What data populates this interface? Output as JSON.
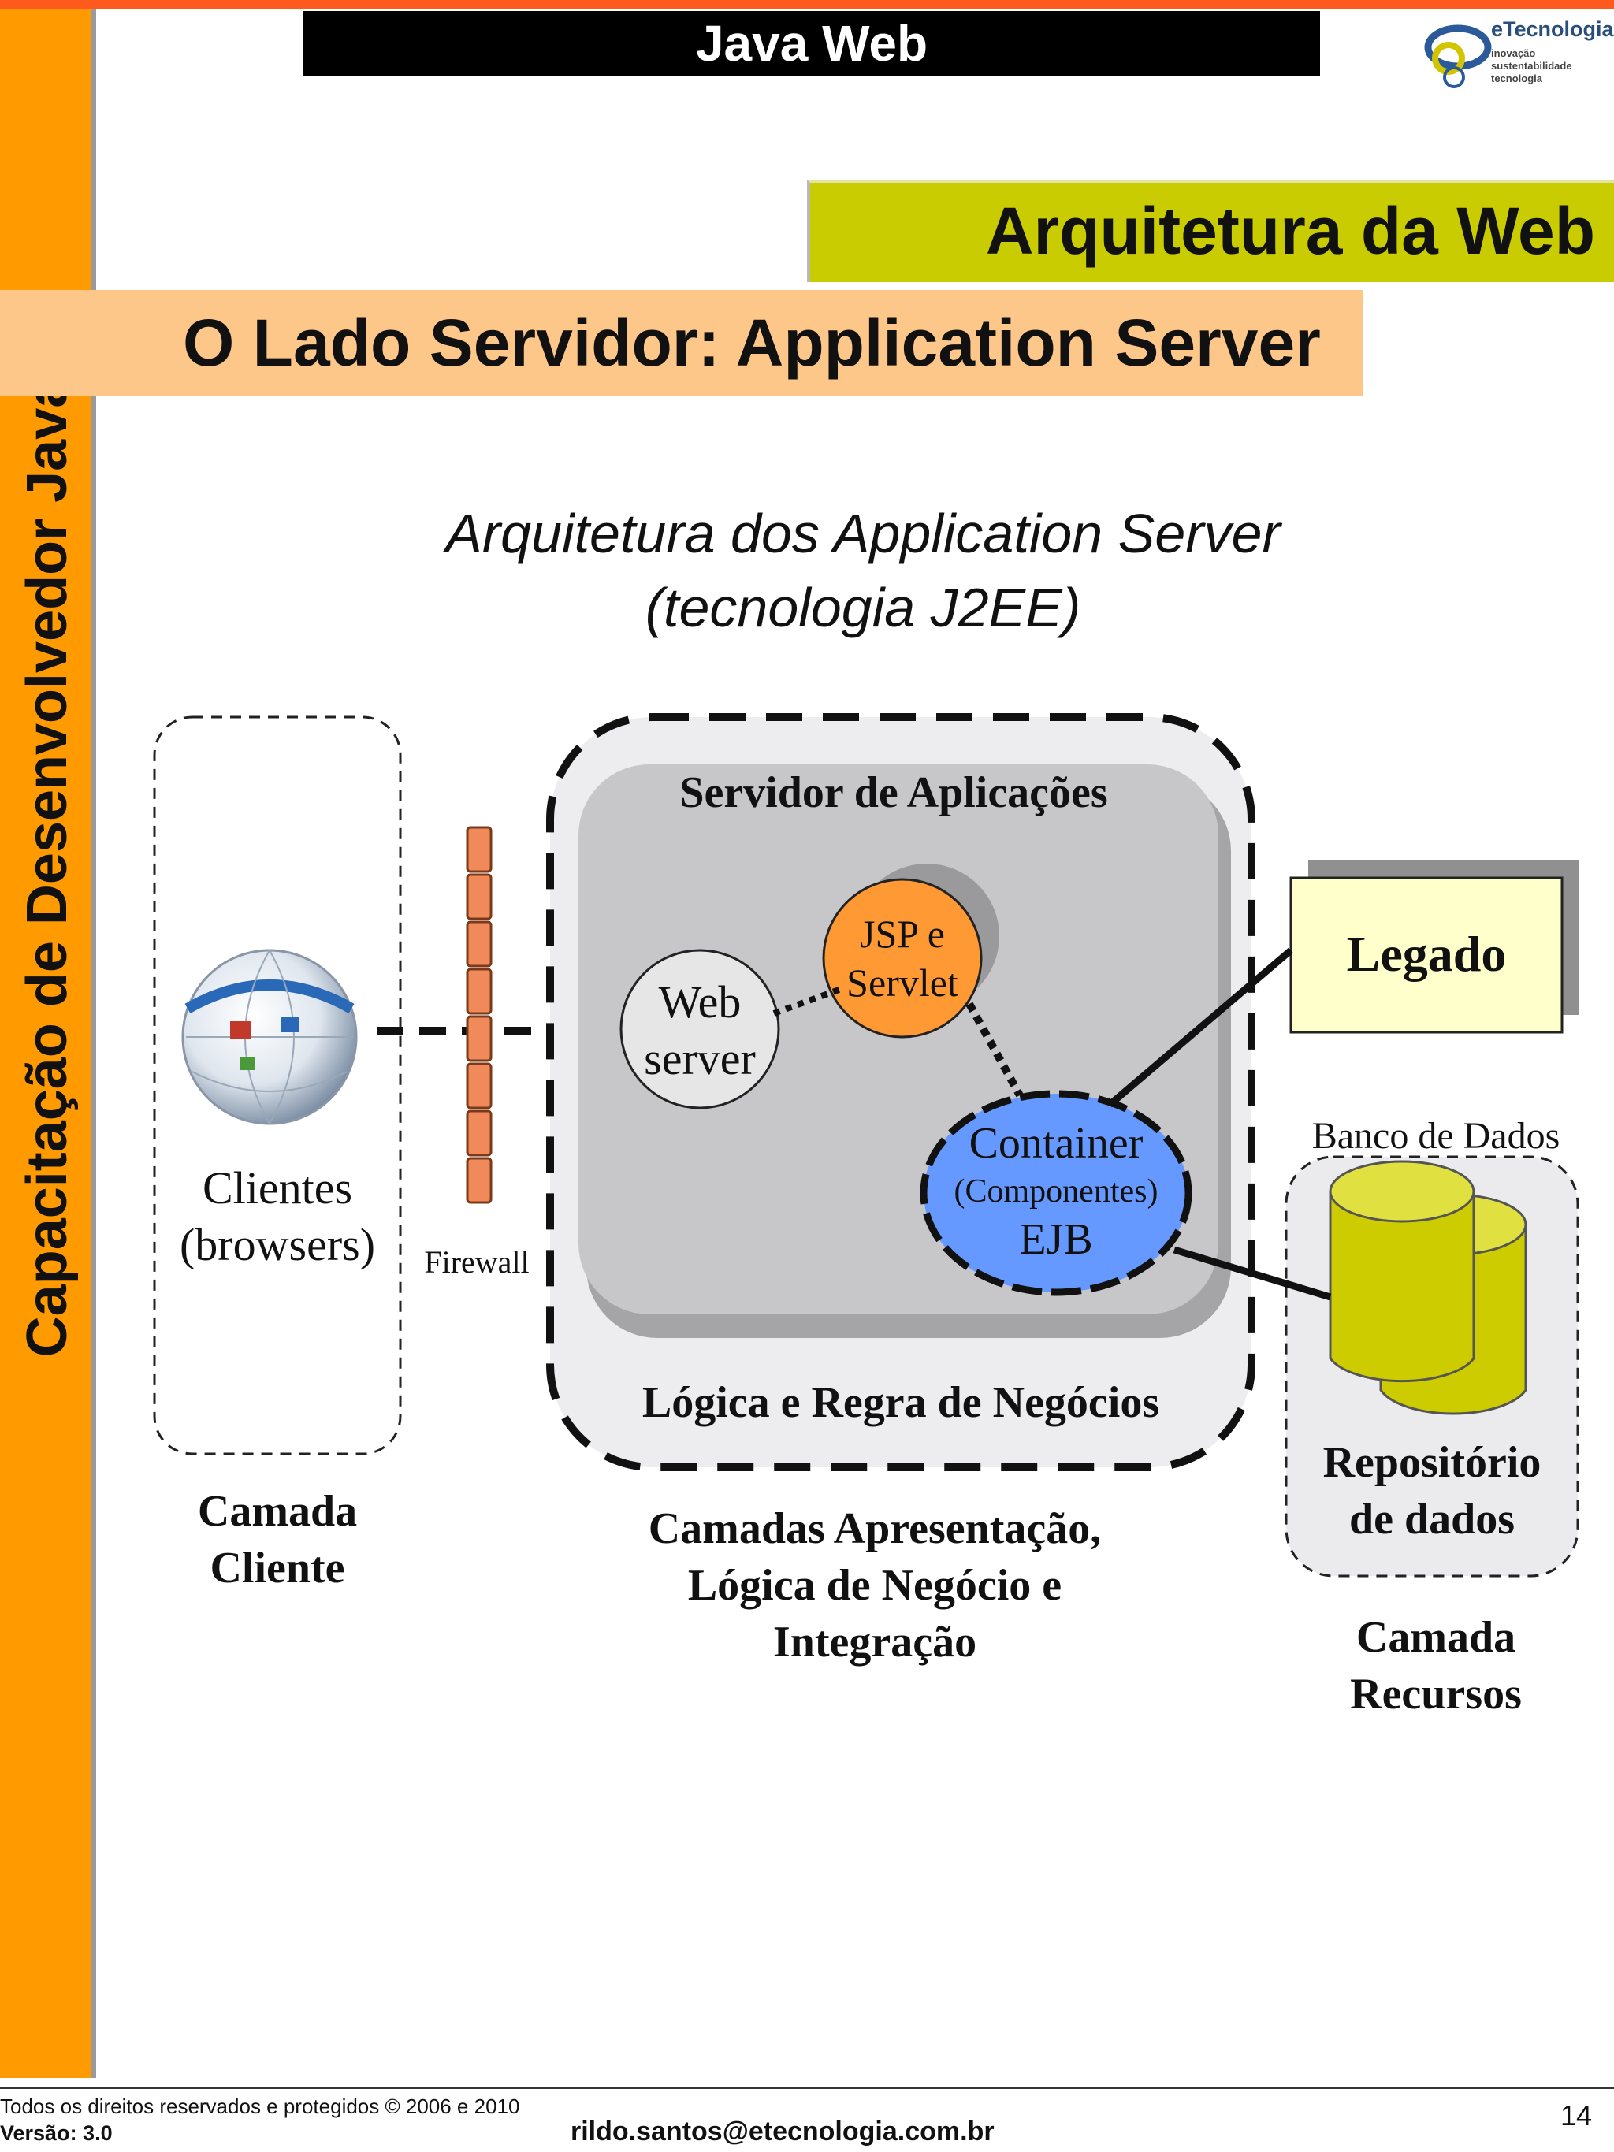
{
  "header": {
    "title": "Java Web"
  },
  "logo": {
    "name": "eTecnologia",
    "tag1": "inovação",
    "tag2": "sustentabilidade",
    "tag3": "tecnologia"
  },
  "side": {
    "title": "Capacitação de Desenvolvedor Java"
  },
  "slide": {
    "title": "Arquitetura da Web",
    "subtitle": "O Lado Servidor: Application Server"
  },
  "diagram": {
    "title_line1": "Arquitetura dos Application Server",
    "title_line2": "(tecnologia J2EE)",
    "clients_line1": "Clientes",
    "clients_line2": "(browsers)",
    "firewall": "Firewall",
    "app_server": "Servidor de Aplicações",
    "web_server_line1": "Web",
    "web_server_line2": "server",
    "jsp_line1": "JSP e",
    "jsp_line2": "Servlet",
    "container_line1": "Container",
    "container_line2": "(Componentes)",
    "container_line3": "EJB",
    "business_logic": "Lógica e Regra de Negócios",
    "legacy": "Legado",
    "database": "Banco de Dados",
    "repo_line1": "Repositório",
    "repo_line2": "de dados",
    "tier_client_line1": "Camada",
    "tier_client_line2": "Cliente",
    "tier_middle_line1": "Camadas Apresentação,",
    "tier_middle_line2": "Lógica de Negócio e",
    "tier_middle_line3": "Integração",
    "tier_resources_line1": "Camada",
    "tier_resources_line2": "Recursos"
  },
  "footer": {
    "copyright": "Todos os direitos reservados e protegidos © 2006 e 2010",
    "version": "Versão: 3.0",
    "email": "rildo.santos@etecnologia.com.br",
    "page": "14"
  },
  "colors": {
    "accent_orange": "#ff9a00",
    "title_band": "#c8cc00",
    "subtitle_band": "#fdc78a",
    "jsp_fill": "#ff9933",
    "ejb_fill": "#6699ff",
    "legacy_fill": "#ffffcc",
    "db_fill": "#cccc00"
  }
}
